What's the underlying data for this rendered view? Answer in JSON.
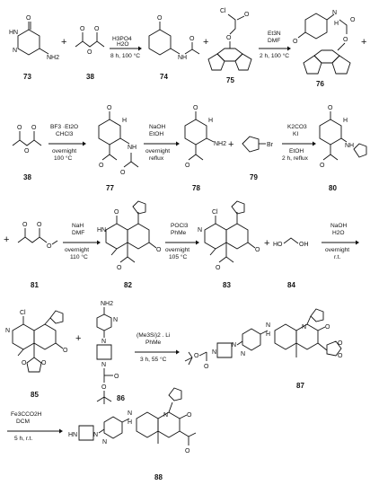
{
  "compounds": {
    "c73": "73",
    "c38a": "38",
    "c74": "74",
    "c75": "75",
    "c76": "76",
    "c38b": "38",
    "c77": "77",
    "c78": "78",
    "c79": "79",
    "c80": "80",
    "c81": "81",
    "c82": "82",
    "c83": "83",
    "c84": "84",
    "c85": "85",
    "c86": "86",
    "c87": "87",
    "c88": "88"
  },
  "conditions": {
    "r1": [
      "H3PO4",
      "H2O",
      "8 h, 100 °C"
    ],
    "r2": [
      "Et3N",
      "DMF",
      "2 h, 100 °C"
    ],
    "r3": [
      "BF3 ·Et2O",
      "CHCl3",
      "overnight",
      "100 °C"
    ],
    "r4": [
      "NaOH",
      "EtOH",
      "overnight",
      "reflux"
    ],
    "r5": [
      "K2CO3",
      "KI",
      "EtOH",
      "2 h, reflux"
    ],
    "r6": [
      "NaH",
      "DMF",
      "overnight",
      "110 °C"
    ],
    "r7": [
      "POCl3",
      "PhMe",
      "overnight",
      "105 °C"
    ],
    "r8": [
      "NaOH",
      "H2O",
      "overnight",
      "r.t."
    ],
    "r9": [
      "(Me3Si)2 . Li",
      "PhMe",
      "3 h, 55 °C"
    ],
    "r10": [
      "Fe3CCO2H",
      "DCM",
      "5 h, r.t."
    ]
  },
  "atoms": {
    "O": "O",
    "N": "N",
    "H": "H",
    "NH": "NH",
    "NH2": "NH2",
    "HN": "HN",
    "Cl": "Cl",
    "Br": "Br"
  }
}
